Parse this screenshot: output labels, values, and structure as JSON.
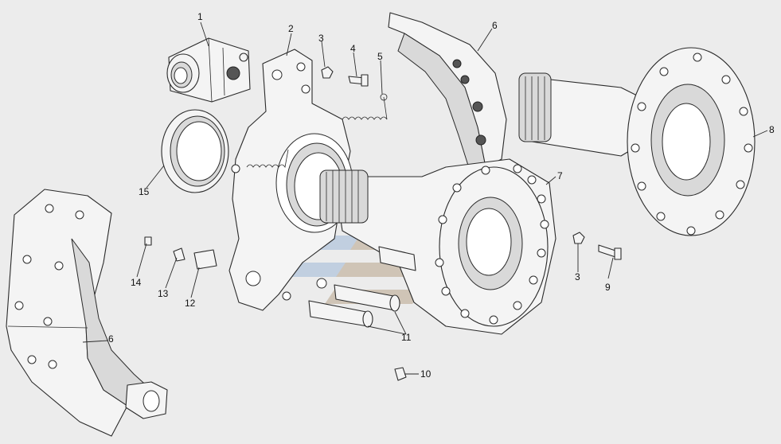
{
  "callouts": [
    {
      "id": "c1",
      "label": "1"
    },
    {
      "id": "c2",
      "label": "2"
    },
    {
      "id": "c3a",
      "label": "3"
    },
    {
      "id": "c4",
      "label": "4"
    },
    {
      "id": "c5",
      "label": "5"
    },
    {
      "id": "c6a",
      "label": "6"
    },
    {
      "id": "c7",
      "label": "7"
    },
    {
      "id": "c8",
      "label": "8"
    },
    {
      "id": "c3b",
      "label": "3"
    },
    {
      "id": "c9",
      "label": "9"
    },
    {
      "id": "c11",
      "label": "11"
    },
    {
      "id": "c10",
      "label": "10"
    },
    {
      "id": "c15",
      "label": "15"
    },
    {
      "id": "c14",
      "label": "14"
    },
    {
      "id": "c13",
      "label": "13"
    },
    {
      "id": "c12",
      "label": "12"
    },
    {
      "id": "c6b",
      "label": "6"
    }
  ],
  "colors": {
    "line": "#2a2a2a",
    "fill": "#f4f4f4",
    "watermark_blue": "#9fb8d8",
    "watermark_brown": "#b8a48a"
  }
}
